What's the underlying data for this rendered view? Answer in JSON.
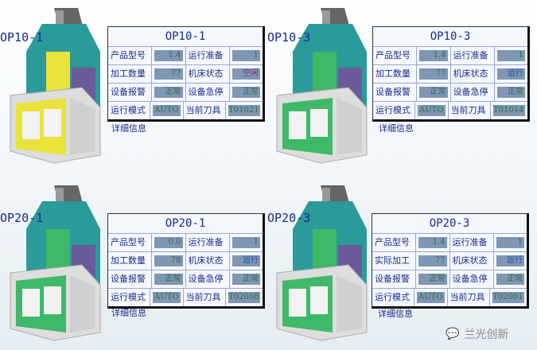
{
  "stations": [
    {
      "name": "OP10-1",
      "title": "OP10-1",
      "color": "#e9e23a",
      "rows": [
        [
          "产品型号",
          "1.4",
          "运行准备",
          "1"
        ],
        [
          "加工数量",
          "77",
          "机床状态",
          "空闲"
        ],
        [
          "设备报警",
          "正常",
          "设备急停",
          "正常"
        ],
        [
          "运行模式",
          "AUTO",
          "当前刀具",
          "T01021"
        ]
      ],
      "detail": "详细信息"
    },
    {
      "name": "OP10-3",
      "title": "OP10-3",
      "color": "#3fb868",
      "rows": [
        [
          "产品型号",
          "1.4",
          "运行准备",
          "1"
        ],
        [
          "加工数量",
          "77",
          "机床状态",
          "运行"
        ],
        [
          "设备报警",
          "正常",
          "设备急停",
          "正常"
        ],
        [
          "运行模式",
          "AUTO",
          "当前刀具",
          "T01014"
        ]
      ],
      "detail": "详细信息"
    },
    {
      "name": "OP20-1",
      "title": "OP20-1",
      "color": "#3fb868",
      "rows": [
        [
          "产品型号",
          "0.0",
          "运行准备",
          "1"
        ],
        [
          "加工数量",
          "78",
          "机床状态",
          "运行"
        ],
        [
          "设备报警",
          "正常",
          "设备急停",
          "正常"
        ],
        [
          "运行模式",
          "AUTO",
          "当前刀具",
          "T02008"
        ]
      ],
      "detail": "详细信息"
    },
    {
      "name": "OP20-3",
      "title": "OP20-3",
      "color": "#3fb868",
      "rows": [
        [
          "产品型号",
          "1.4",
          "运行准备",
          "1"
        ],
        [
          "实际加工",
          "77",
          "机床状态",
          "运行"
        ],
        [
          "设备报警",
          "正常",
          "设备急停",
          "正常"
        ],
        [
          "运行模式",
          "AUTO",
          "当前刀具",
          "T02001"
        ]
      ],
      "detail": "详细信息"
    }
  ],
  "status_colors": {
    "空闲": "#8a2a7a",
    "运行": "#1e4fa0"
  },
  "watermark": "兰光创新"
}
